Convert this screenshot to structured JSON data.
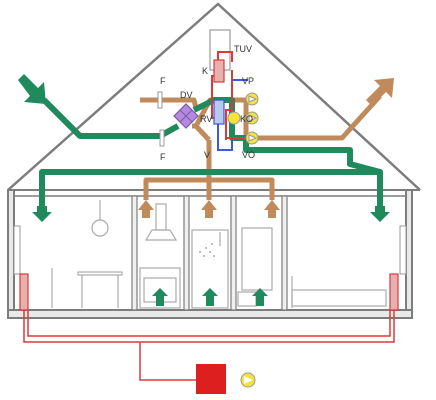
{
  "labels": {
    "tuv": "TUV",
    "k": "K",
    "vp": "VP",
    "f_top": "F",
    "dv": "DV",
    "rv": "RV",
    "ko": "KO",
    "f_bottom": "F",
    "v": "V",
    "vo": "VO"
  },
  "colors": {
    "supply_air": "#1f8a5c",
    "exhaust_air": "#c08a5a",
    "heating_pipe": "#d93a3a",
    "cold_pipe": "#3b5bd9",
    "heat_recovery": "#b38adf",
    "pump": "#f4e43a",
    "boiler": "#dd1f1f",
    "house_outline": "#7d7d7d",
    "interior_lines": "#aaaaaa"
  },
  "icons": [
    "fresh-air-inlet-arrow-icon",
    "exhaust-outlet-arrow-icon",
    "filter-icon",
    "heat-recovery-exchanger-icon",
    "pump-icon",
    "radiator-icon",
    "boiler-icon",
    "supply-vent-icon",
    "extract-vent-icon"
  ]
}
